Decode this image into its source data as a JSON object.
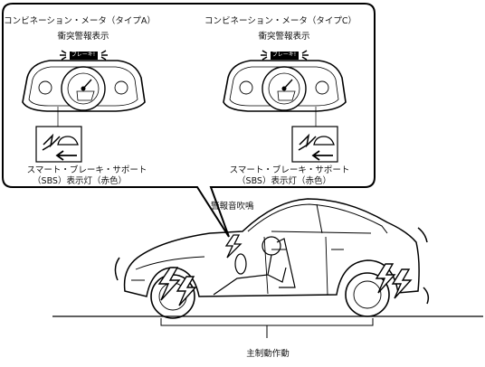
{
  "panel_a": {
    "title": "コンビネーション・メータ（タイプA）",
    "subtitle": "衝突警報表示",
    "brake_label": "ブレーキ!",
    "indicator_line1": "スマート・ブレーキ・サポート",
    "indicator_line2": "（SBS）表示灯（赤色）"
  },
  "panel_c": {
    "title": "コンビネーション・メータ（タイプC）",
    "subtitle": "衝突警報表示",
    "brake_label": "ブレーキ!",
    "indicator_line1": "スマート・ブレーキ・サポート",
    "indicator_line2": "（SBS）表示灯（赤色）"
  },
  "car": {
    "buzzer_label": "警報音吹鳴",
    "main_brake_label": "主制動作動"
  }
}
